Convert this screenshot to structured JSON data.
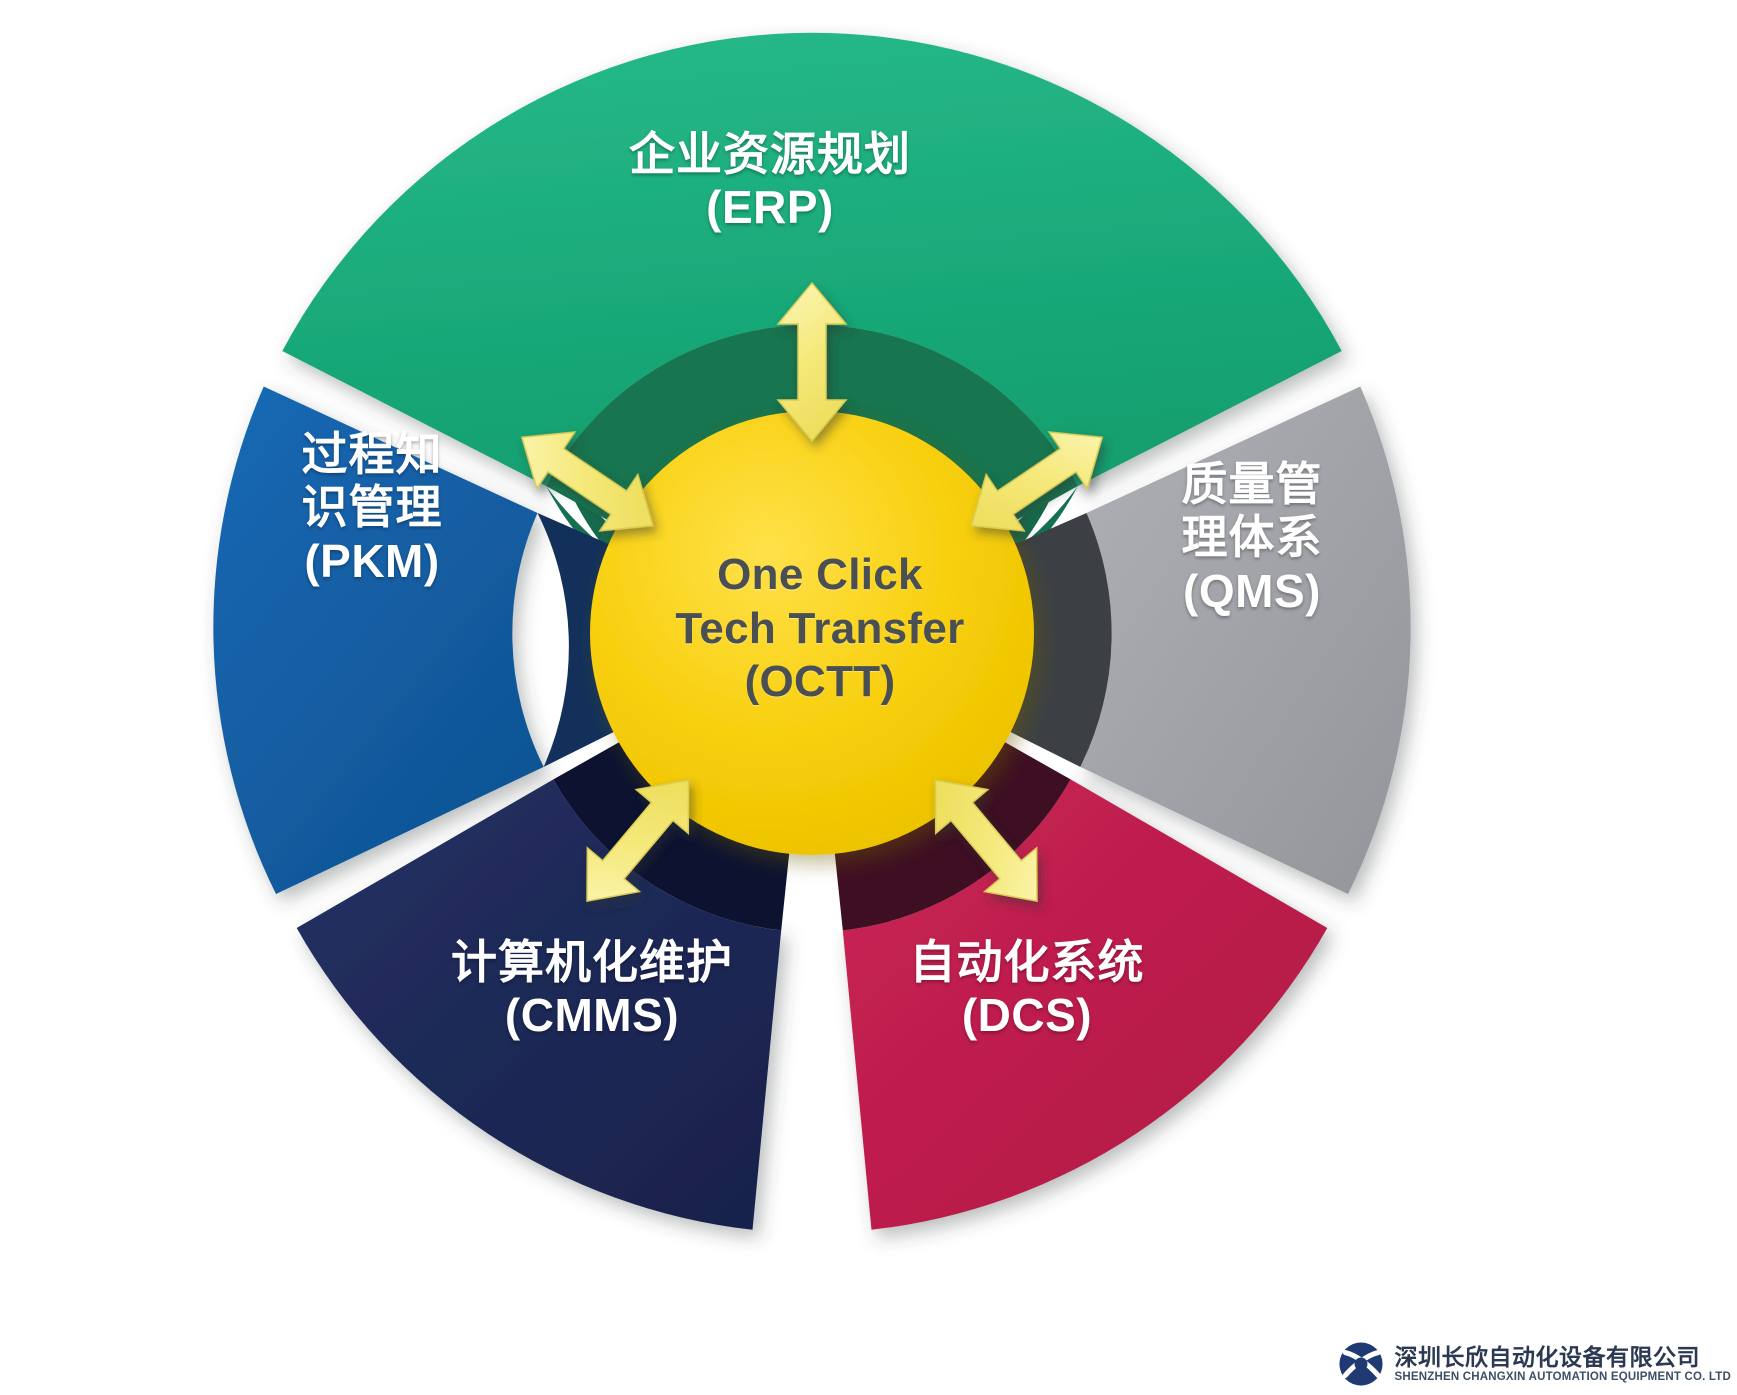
{
  "diagram": {
    "title": "One Click Tech Transfer (OCTT) integration wheel",
    "type": "radial-hub-and-spoke",
    "hub": {
      "name": "octt-hub",
      "line1": "One Click",
      "line2": "Tech Transfer",
      "line3": "(OCTT)",
      "fill": "#F2C800",
      "text_color": "#4a4f54"
    },
    "arrow_color": "#F4E87A",
    "background": "#ffffff",
    "segments": [
      {
        "key": "erp",
        "cn": "企业资源规划",
        "abbr": "(ERP)",
        "color": "#1DAF7D",
        "inner_color": "#14714F",
        "position": "top",
        "start_angle": -62,
        "end_angle": 62
      },
      {
        "key": "pkm",
        "cn_line1": "过程知",
        "cn_line2": "识管理",
        "abbr": "(PKM)",
        "color": "#135FA5",
        "inner_color": "#123A64",
        "position": "left",
        "start_angle": -134,
        "end_angle": -66
      },
      {
        "key": "qms",
        "cn_line1": "质量管",
        "cn_line2": "理体系",
        "abbr": "(QMS)",
        "color": "#A0A2A7",
        "inner_color": "#5A5C60",
        "position": "right",
        "start_angle": 66,
        "end_angle": 134
      },
      {
        "key": "cmms",
        "cn": "计算机化维护",
        "abbr": "(CMMS)",
        "color": "#1E2A55",
        "inner_color": "#0D1433",
        "position": "bottom-left",
        "start_angle": 190,
        "end_angle": 265
      },
      {
        "key": "dcs",
        "cn": "自动化系统",
        "abbr": "(DCS)",
        "color": "#BE1E4C",
        "inner_color": "#7C1533",
        "position": "bottom-right",
        "start_angle": 95,
        "end_angle": 170
      }
    ],
    "arrows": [
      {
        "name": "arrow-hub-erp",
        "direction": "up",
        "double_headed": true
      },
      {
        "name": "arrow-hub-pkm",
        "direction": "up-left",
        "double_headed": true
      },
      {
        "name": "arrow-hub-qms",
        "direction": "up-right",
        "double_headed": true
      },
      {
        "name": "arrow-hub-cmms",
        "direction": "down-left",
        "double_headed": true
      },
      {
        "name": "arrow-hub-dcs",
        "direction": "down-right",
        "double_headed": true
      }
    ]
  },
  "watermark": {
    "company_cn": "深圳长欣自动化设备有限公司",
    "company_en": "SHENZHEN CHANGXIN AUTOMATION EQUIPMENT CO. LTD",
    "logo_color": "#1F3A73",
    "text_color": "#2b3a52"
  }
}
